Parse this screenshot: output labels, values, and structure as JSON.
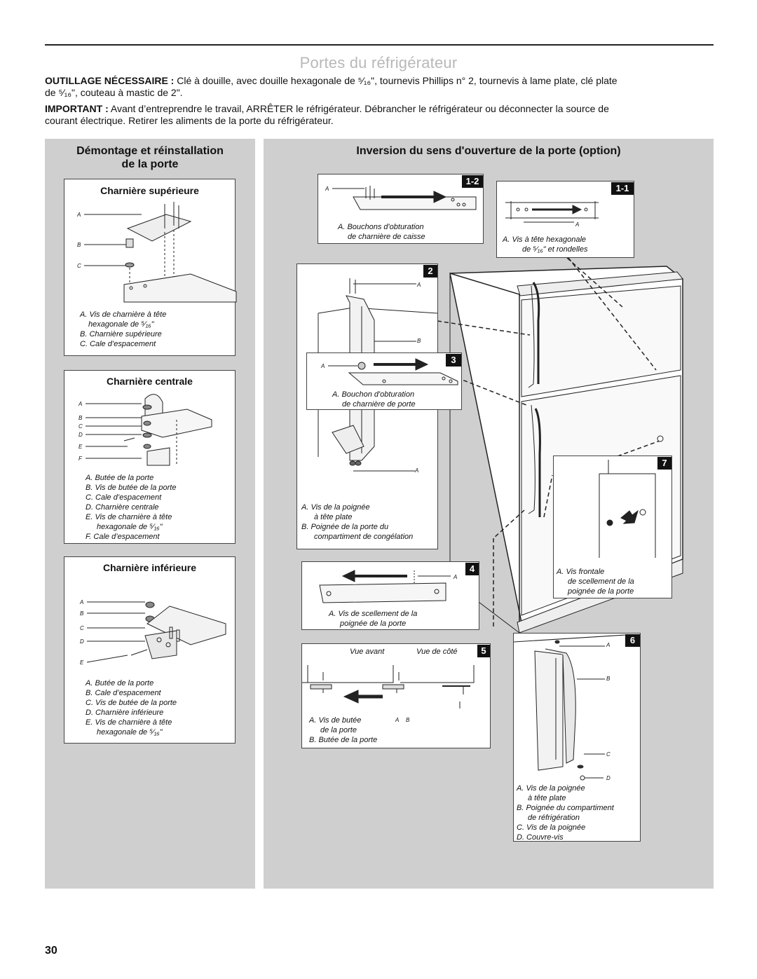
{
  "page": {
    "title": "Portes du réfrigérateur",
    "number": "30"
  },
  "intro": {
    "tools_label": "OUTILLAGE NÉCESSAIRE :",
    "tools_text_1": "Clé à douille, avec douille hexagonale de ⁵⁄₁₆\", tournevis Phillips n° 2, tournevis à lame plate, clé plate",
    "tools_text_2": "de ⁵⁄₁₆\", couteau à mastic de 2\".",
    "important_label": "IMPORTANT :",
    "important_text_1": "Avant d’entreprendre le travail, ARRÊTER le réfrigérateur. Débrancher le réfrigérateur ou déconnecter la source de",
    "important_text_2": "courant électrique. Retirer les aliments de la porte du réfrigérateur."
  },
  "left_panel": {
    "heading_1": "Démontage et réinstallation",
    "heading_2": "de la porte",
    "top_hinge": {
      "title": "Charnière supérieure",
      "letters": [
        "A",
        "B",
        "C"
      ],
      "legend": [
        "A. Vis de charnière à tête",
        "hexagonale de ⁵⁄₁₆\"",
        "B. Charnière supérieure",
        "C. Cale d’espacement"
      ]
    },
    "center_hinge": {
      "title": "Charnière centrale",
      "letters": [
        "A",
        "B",
        "C",
        "D",
        "E",
        "F"
      ],
      "legend": [
        "A. Butée de la porte",
        "B. Vis de butée de la porte",
        "C. Cale d’espacement",
        "D. Charnière centrale",
        "E. Vis de charnière à tête",
        "hexagonale de ⁵⁄₁₆\"",
        "F. Cale d’espacement"
      ]
    },
    "bottom_hinge": {
      "title": "Charnière inférieure",
      "letters": [
        "A",
        "B",
        "C",
        "D",
        "E"
      ],
      "legend": [
        "A. Butée de la porte",
        "B. Cale d’espacement",
        "C. Vis de butée de la porte",
        "D. Charnière inférieure",
        "E. Vis de charnière à tête",
        "hexagonale de ⁵⁄₁₆\""
      ]
    }
  },
  "right_panel": {
    "heading": "Inversion du sens d'ouverture de la porte (option)",
    "step_1_2": {
      "badge": "1-2",
      "letter": "A",
      "legend": [
        "A. Bouchons d'obturation",
        "de charnière de caisse"
      ]
    },
    "step_1_1": {
      "badge": "1-1",
      "letter": "A",
      "legend": [
        "A.  Vis à tête hexagonale",
        "de ⁵⁄₁₆\" et rondelles"
      ]
    },
    "step_2": {
      "badge": "2",
      "letters": [
        "A",
        "B",
        "A"
      ],
      "legend": [
        "A. Vis de la poignée",
        "à tête plate",
        "B. Poignée de la porte du",
        "compartiment de congélation"
      ]
    },
    "step_3": {
      "badge": "3",
      "letter": "A",
      "legend": [
        "A. Bouchon d'obturation",
        "de charnière de porte"
      ]
    },
    "step_4": {
      "badge": "4",
      "letter": "A",
      "legend": [
        "A. Vis de scellement de la",
        "poignée de la porte"
      ]
    },
    "step_5": {
      "badge": "5",
      "view_front": "Vue avant",
      "view_side": "Vue de côté",
      "letters": [
        "A",
        "B"
      ],
      "legend": [
        "A. Vis de butée",
        "de la porte",
        "B. Butée de la porte"
      ]
    },
    "step_6": {
      "badge": "6",
      "letters": [
        "A",
        "B",
        "C",
        "D"
      ],
      "legend": [
        "A. Vis de la poignée",
        "à tête plate",
        "B. Poignée du compartiment",
        "de réfrigération",
        "C. Vis de la poignée",
        "D. Couvre-vis"
      ]
    },
    "step_7": {
      "badge": "7",
      "legend": [
        "A. Vis frontale",
        "de scellement de la",
        "poignée de la porte"
      ]
    }
  }
}
